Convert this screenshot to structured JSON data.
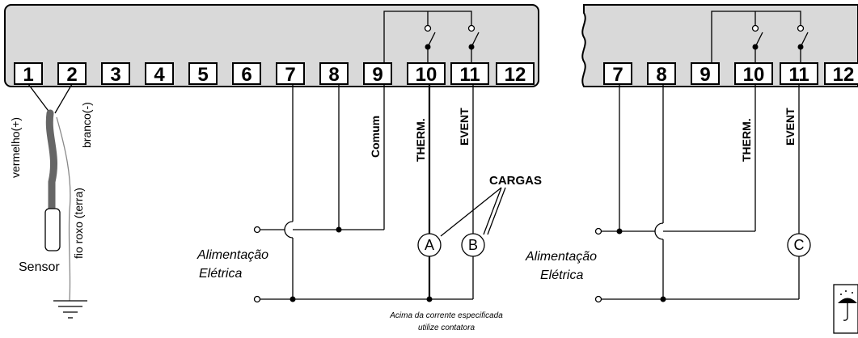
{
  "left_block": {
    "terminals": [
      "1",
      "2",
      "3",
      "4",
      "5",
      "6",
      "7",
      "8",
      "9",
      "10",
      "11",
      "12"
    ],
    "sensor_label": "Sensor",
    "wire_red_label": "vermelho(+)",
    "wire_white_label": "branco(-)",
    "wire_purple_label": "fio roxo (terra)",
    "common_label": "Comum",
    "therm_label": "THERM.",
    "event_label": "EVENT",
    "cargas_label": "CARGAS",
    "load_a": "A",
    "load_b": "B",
    "power_line1": "Alimentação",
    "power_line2": "Elétrica",
    "note_line1": "Acima da corrente especificada",
    "note_line2": "utilize contatora"
  },
  "right_block": {
    "terminals": [
      "7",
      "8",
      "9",
      "10",
      "11",
      "12"
    ],
    "therm_label": "THERM.",
    "event_label": "EVENT",
    "load_c": "C",
    "power_line1": "Alimentação",
    "power_line2": "Elétrica"
  },
  "icons": [
    "umbrella-icon"
  ]
}
